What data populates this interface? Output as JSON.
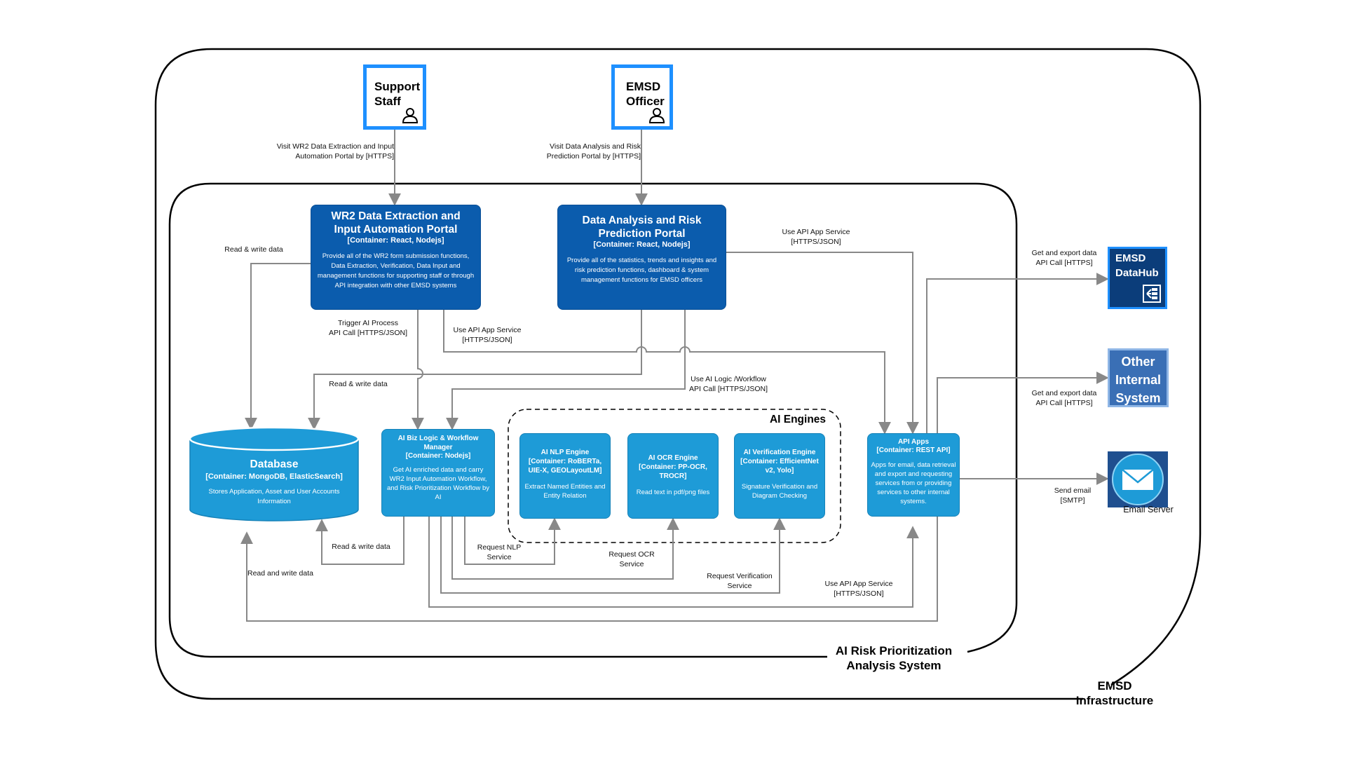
{
  "actors": {
    "support_staff": "Support\nStaff",
    "emsd_officer": "EMSD\nOfficer"
  },
  "boundaries": {
    "system": "AI Risk Prioritization\nAnalysis System",
    "infrastructure": "EMSD\nInfrastructure",
    "ai_engines": "AI Engines"
  },
  "containers": {
    "wr2_portal": {
      "title": "WR2 Data Extraction and Input Automation Portal",
      "tech": "[Container: React, Nodejs]",
      "desc": "Provide all of the WR2 form submission functions, Data Extraction, Verification, Data Input and management functions for supporting staff or through API integration with other EMSD systems"
    },
    "analysis_portal": {
      "title": "Data Analysis and Risk Prediction Portal",
      "tech": "[Container: React, Nodejs]",
      "desc": "Provide all of the statistics, trends and insights and risk prediction functions, dashboard & system management functions for EMSD officers"
    },
    "database": {
      "title": "Database",
      "tech": "[Container: MongoDB, ElasticSearch]",
      "desc": "Stores Application, Asset and User Accounts Information"
    },
    "biz_logic": {
      "title": "AI Biz Logic & Workflow Manager",
      "tech": "[Container: Nodejs]",
      "desc": "Get AI enriched data and carry WR2 Input Automation Workflow, and Risk Prioritization Workflow by AI"
    },
    "nlp": {
      "title": "AI NLP Engine",
      "tech": "[Container: RoBERTa, UIE-X, GEOLayoutLM]",
      "desc": "Extract Named Entities and Entity Relation"
    },
    "ocr": {
      "title": "AI OCR Engine",
      "tech": "[Container: PP-OCR, TROCR]",
      "desc": "Read text in pdf/png files"
    },
    "verification": {
      "title": "AI Verification Engine",
      "tech": "[Container: EfficientNet v2, Yolo]",
      "desc": "Signature Verification and Diagram Checking"
    },
    "api_apps": {
      "title": "API Apps",
      "tech": "[Container: REST API]",
      "desc": "Apps for email, data retrieval and export and requesting services from or providing services to other internal systems."
    }
  },
  "external": {
    "datahub": "EMSD\nDataHub",
    "other_system": "Other\nInternal\nSystem",
    "email_server": "Email Server"
  },
  "relations": {
    "support_to_wr2": "Visit WR2 Data Extraction and Input\nAutomation Portal by [HTTPS]",
    "officer_to_analysis": "Visit Data Analysis and Risk\nPrediction Portal by [HTTPS]",
    "wr2_db": "Read & write data",
    "wr2_trigger": "Trigger AI Process\nAPI Call [HTTPS/JSON]",
    "wr2_api": "Use API App Service\n[HTTPS/JSON]",
    "analysis_api": "Use API App Service\n[HTTPS/JSON]",
    "analysis_db": "Read & write data",
    "analysis_logic": "Use AI Logic /Workflow\nAPI Call [HTTPS/JSON]",
    "datahub": "Get and export data\nAPI Call [HTTPS]",
    "other_system": "Get and export data\nAPI Call [HTTPS]",
    "email": "Send email\n[SMTP]",
    "logic_db": "Read & write data",
    "nlp_req": "Request NLP\nService",
    "ocr_req": "Request OCR\nService",
    "ver_req": "Request Verification\nService",
    "api_db": "Read and write data",
    "logic_api": "Use API App Service\n[HTTPS/JSON]"
  },
  "colors": {
    "dark_container": "#0b5cad",
    "light_container": "#1e9bd7",
    "person_border": "#1e90ff",
    "arrow": "#888888",
    "datahub": "#0b3d7a",
    "other_system": "#3a6fb5",
    "email": "#1f4f8f"
  }
}
